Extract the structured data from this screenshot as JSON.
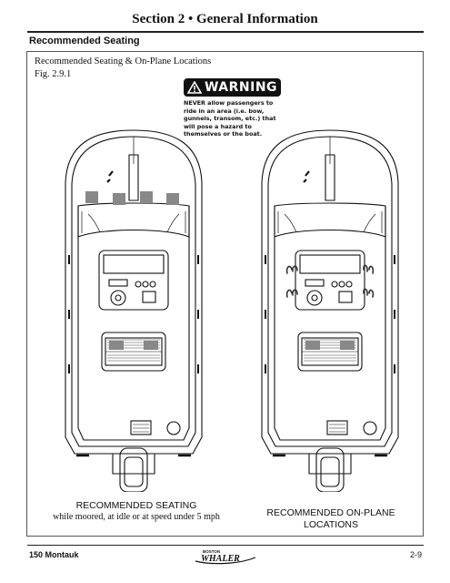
{
  "header": {
    "title": "Section 2 • General Information"
  },
  "section_heading": "Recommended Seating",
  "figure": {
    "title": "Recommended Seating & On-Plane Locations",
    "number": "Fig. 2.9.1"
  },
  "warning": {
    "label": "WARNING",
    "text": "NEVER allow passengers to ride in an area (i.e. bow, gunnels, transom, etc.) that will pose a hazard to themselves or the boat."
  },
  "captions": {
    "left_main": "RECOMMENDED SEATING",
    "left_sub": "while moored, at idle or at speed under 5 mph",
    "right": "RECOMMENDED ON-PLANE LOCATIONS"
  },
  "footer": {
    "model": "150 Montauk",
    "page": "2-9",
    "logo_small": "BOSTON",
    "logo_main": "WHALER"
  },
  "colors": {
    "seat_marker": "#888888",
    "line": "#111111"
  }
}
